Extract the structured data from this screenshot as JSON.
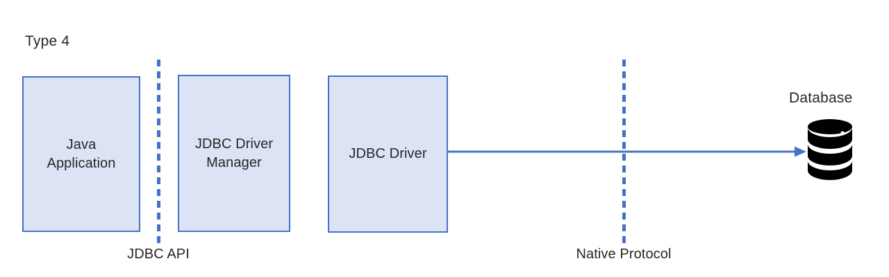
{
  "diagram": {
    "title": "Type 4",
    "nodes": [
      {
        "id": "java-application",
        "label": "Java\nApplication"
      },
      {
        "id": "jdbc-driver-manager",
        "label": "JDBC Driver\nManager"
      },
      {
        "id": "jdbc-driver",
        "label": "JDBC Driver"
      }
    ],
    "boundaries": [
      {
        "id": "jdbc-api",
        "caption": "JDBC API"
      },
      {
        "id": "native-protocol",
        "caption": "Native Protocol"
      }
    ],
    "database": {
      "caption": "Database",
      "icon": "database-cylinder-icon"
    },
    "connector": {
      "id": "jdbc-driver-to-database",
      "icon": "arrow-right-icon"
    },
    "colors": {
      "box_fill": "#dce3f5",
      "box_border": "#4472c4",
      "dash_line": "#4472c4",
      "arrow": "#4472c4",
      "text": "#262626",
      "database_icon": "#000000",
      "background": "#ffffff"
    }
  }
}
